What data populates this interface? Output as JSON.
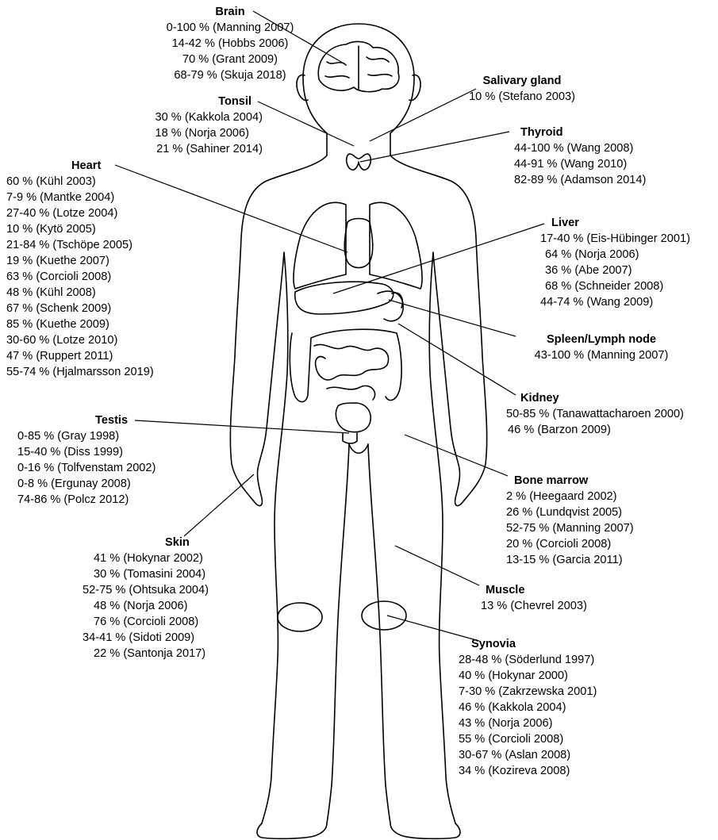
{
  "colors": {
    "line": "#000000",
    "background": "#ffffff",
    "text": "#000000"
  },
  "organs": [
    {
      "id": "brain",
      "title": "Brain",
      "entries": [
        "0-100 % (Manning 2007)",
        "14-42 % (Hobbs 2006)",
        "70 % (Grant 2009)",
        "68-79 % (Skuja 2018)"
      ]
    },
    {
      "id": "tonsil",
      "title": "Tonsil",
      "entries": [
        "30 % (Kakkola 2004)",
        "18 % (Norja 2006)",
        "21 % (Sahiner 2014)"
      ]
    },
    {
      "id": "salivary",
      "title": "Salivary gland",
      "entries": [
        "10 % (Stefano 2003)"
      ]
    },
    {
      "id": "thyroid",
      "title": "Thyroid",
      "entries": [
        "44-100 % (Wang 2008)",
        "44-91 % (Wang 2010)",
        "82-89 % (Adamson 2014)"
      ]
    },
    {
      "id": "heart",
      "title": "Heart",
      "entries": [
        "60 % (Kühl 2003)",
        "7-9 % (Mantke 2004)",
        "27-40 % (Lotze 2004)",
        "10 % (Kytö 2005)",
        "21-84 % (Tschöpe 2005)",
        "19 % (Kuethe 2007)",
        "63 % (Corcioli 2008)",
        "48 % (Kühl 2008)",
        "67 % (Schenk 2009)",
        "85 % (Kuethe 2009)",
        "30-60 % (Lotze 2010)",
        "47 % (Ruppert 2011)",
        "55-74 % (Hjalmarsson 2019)"
      ]
    },
    {
      "id": "liver",
      "title": "Liver",
      "entries": [
        "17-40 % (Eis-Hübinger 2001)",
        "64 % (Norja 2006)",
        "36 % (Abe 2007)",
        "68 % (Schneider 2008)",
        "44-74 % (Wang 2009)"
      ]
    },
    {
      "id": "spleen",
      "title": "Spleen/Lymph node",
      "entries": [
        "43-100 % (Manning 2007)"
      ]
    },
    {
      "id": "kidney",
      "title": "Kidney",
      "entries": [
        "50-85 % (Tanawattacharoen 2000)",
        "46 % (Barzon 2009)"
      ]
    },
    {
      "id": "testis",
      "title": "Testis",
      "entries": [
        "0-85 % (Gray 1998)",
        "15-40 % (Diss 1999)",
        "0-16 % (Tolfvenstam 2002)",
        "0-8 % (Ergunay 2008)",
        "74-86 % (Polcz 2012)"
      ]
    },
    {
      "id": "bone",
      "title": "Bone marrow",
      "entries": [
        "2 % (Heegaard 2002)",
        "26 % (Lundqvist 2005)",
        "52-75 % (Manning 2007)",
        "20 % (Corcioli 2008)",
        "13-15 % (Garcia 2011)"
      ]
    },
    {
      "id": "skin",
      "title": "Skin",
      "entries": [
        "41 % (Hokynar 2002)",
        "30 % (Tomasini 2004)",
        "52-75 % (Ohtsuka 2004)",
        "48 % (Norja 2006)",
        "76 % (Corcioli 2008)",
        "34-41 % (Sidoti 2009)",
        "22 % (Santonja 2017)"
      ]
    },
    {
      "id": "muscle",
      "title": "Muscle",
      "entries": [
        "13 % (Chevrel 2003)"
      ]
    },
    {
      "id": "synovia",
      "title": "Synovia",
      "entries": [
        "28-48 % (Söderlund 1997)",
        "40 % (Hokynar 2000)",
        "7-30 % (Zakrzewska 2001)",
        "46 % (Kakkola 2004)",
        "43 % (Norja 2006)",
        "55 % (Corcioli 2008)",
        "30-67 % (Aslan 2008)",
        "34 % (Kozireva 2008)"
      ]
    }
  ]
}
